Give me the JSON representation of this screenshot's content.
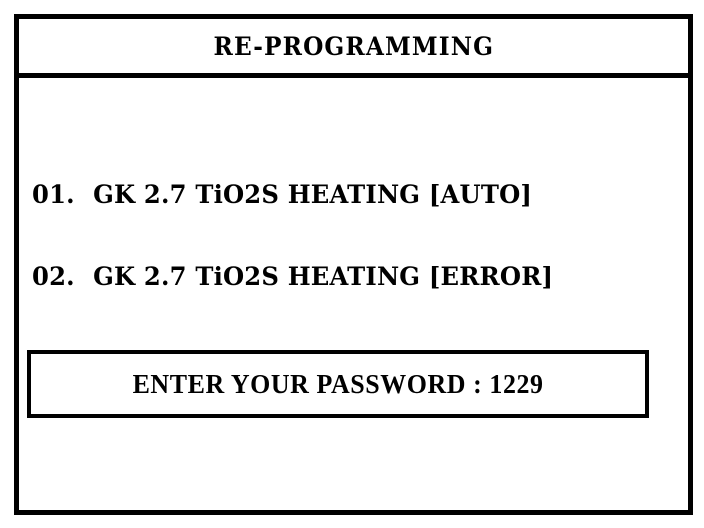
{
  "screen": {
    "background_color": "#FFFFFF",
    "foreground_color": "#000000"
  },
  "header": {
    "title": "RE-PROGRAMMING"
  },
  "menu": {
    "items": [
      {
        "index": "01.",
        "label": "GK 2.7 TiO2S HEATING [AUTO]",
        "full": "01. GK 2.7 TiO2S HEATING [AUTO]",
        "mode": "AUTO"
      },
      {
        "index": "02.",
        "label": "GK 2.7 TiO2S HEATING [ERROR]",
        "full": "02. GK 2.7 TiO2S HEATING [ERROR]",
        "mode": "ERROR"
      }
    ]
  },
  "password_field": {
    "prompt": "ENTER YOUR PASSWORD :",
    "value": "1229",
    "full_text": "ENTER YOUR PASSWORD : 1229"
  }
}
